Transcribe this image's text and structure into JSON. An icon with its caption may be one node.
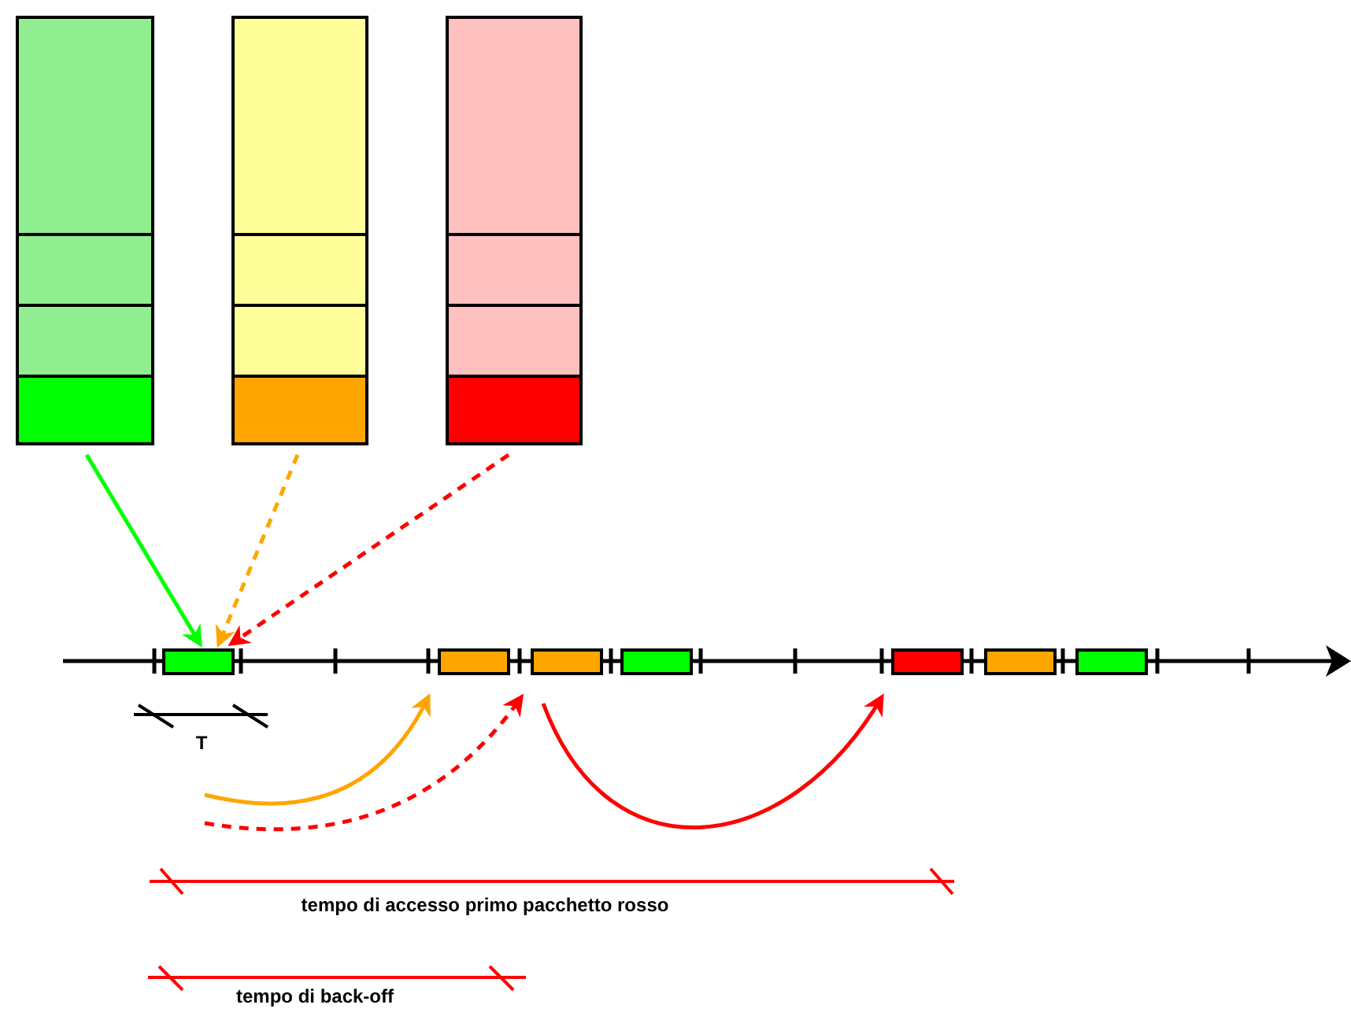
{
  "diagram": {
    "nodes": [
      {
        "text": [],
        "shape": "box"
      },
      {
        "text": [],
        "shape": "box"
      },
      {
        "text": [],
        "shape": "box"
      },
      {
        "text": [],
        "shape": "box"
      },
      {
        "text": [],
        "shape": "box"
      },
      {
        "text": [],
        "shape": "box"
      },
      {
        "text": [],
        "shape": "box"
      },
      {
        "text": [],
        "shape": "box"
      },
      {
        "text": [],
        "shape": "box"
      },
      {
        "text": [],
        "shape": "box"
      },
      {
        "text": [],
        "shape": "box"
      },
      {
        "text": [],
        "shape": "box"
      },
      {
        "text": [],
        "shape": "box"
      },
      {
        "text": [],
        "shape": "box"
      },
      {
        "text": [],
        "shape": "box"
      },
      {
        "text": [],
        "shape": "box"
      },
      {
        "text": [],
        "shape": "box"
      },
      {
        "text": [],
        "shape": "box"
      },
      {
        "text": [],
        "shape": "box"
      }
    ],
    "edges": [
      {
        "from": 3,
        "to": 12,
        "arrow": "to",
        "color": "#00ff00"
      },
      {
        "from": 7,
        "to": 12,
        "arrow": "to",
        "style": "dashed",
        "color": "#ffa500"
      },
      {
        "from": 11,
        "to": 12,
        "arrow": "to",
        "style": "dashed",
        "color": "#ff0000"
      },
      {
        "from": null,
        "to": 13,
        "arrow": "to",
        "color": "#ffa500"
      },
      {
        "from": null,
        "to": 14,
        "arrow": "to",
        "style": "dashed",
        "color": "#ff0000"
      },
      {
        "from": 14,
        "to": 16,
        "arrow": "to",
        "color": "#ff0000"
      }
    ],
    "labels": [
      "T",
      "tempo di accesso primo pacchetto rosso",
      "tempo di back-off"
    ]
  }
}
